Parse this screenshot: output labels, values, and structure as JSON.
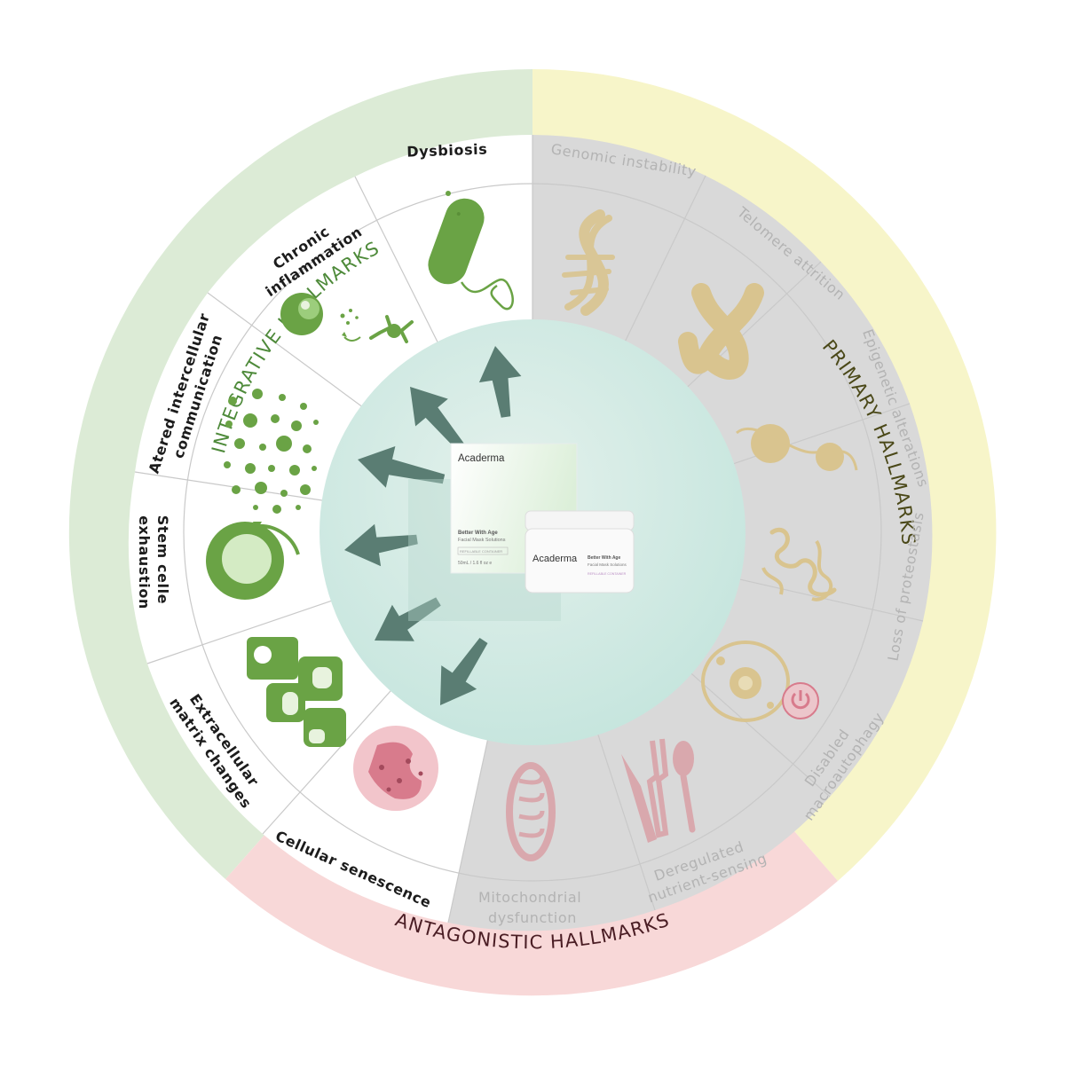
{
  "groups": {
    "integrative": {
      "label": "INTEGRATIVE HALLMARKS",
      "band_color": "#dcebd6",
      "text_color": "#4e8a3a"
    },
    "primary": {
      "label": "PRIMARY HALLMARKS",
      "band_color": "#f7f5c9",
      "text_color": "#4a4818"
    },
    "antagonistic": {
      "label": "ANTAGONISTIC HALLMARKS",
      "band_color": "#f8d8d8",
      "text_color": "#4a1d24"
    }
  },
  "segments": {
    "dysbiosis": "Dysbiosis",
    "chronic_inflammation": [
      "Chronic",
      "inflammation"
    ],
    "altered_communication": [
      "Atered intercellular",
      "communication"
    ],
    "stem_cell_exhaustion": [
      "Stem celle",
      "exhaustion"
    ],
    "extracellular_matrix": [
      "Extracellular",
      "matrix changes"
    ],
    "cellular_senescence": "Cellular senescence",
    "genomic_instability": "Genomic instability",
    "telomere_attrition": "Telomere attrition",
    "epigenetic_alterations": "Epigenetic alterations",
    "loss_of_proteostasis": "Loss of proteostasis",
    "disabled_macroautophagy": [
      "Disabled",
      "macroautophagy"
    ],
    "deregulated_nutrient_sensing": [
      "Deregulated",
      "nutrient-sensing"
    ],
    "mitochondrial_dysfunction": [
      "Mitochondrial",
      "dysfunction"
    ]
  },
  "product": {
    "brand": "Acaderma",
    "box_line1": "Better With Age",
    "box_line2": "Facial Mask Solutions",
    "box_tag": "REFILLABLE CONTAINER",
    "box_volume": "50mL / 1.6 fl oz e",
    "jar_brand": "Acaderma",
    "jar_line1": "Better With Age",
    "jar_line2": "Facial Mask Solutions",
    "jar_tag": "REFILLABLE CONTAINER"
  },
  "colors": {
    "active_sector": "#ffffff",
    "inactive_sector": "#dcdcdc",
    "center_disc": "#cfe8e3",
    "arrow": "#5a7d73",
    "icon_green": "#6aa345",
    "icon_pink": "#d87b8c",
    "icon_tan": "#d9c48f"
  }
}
